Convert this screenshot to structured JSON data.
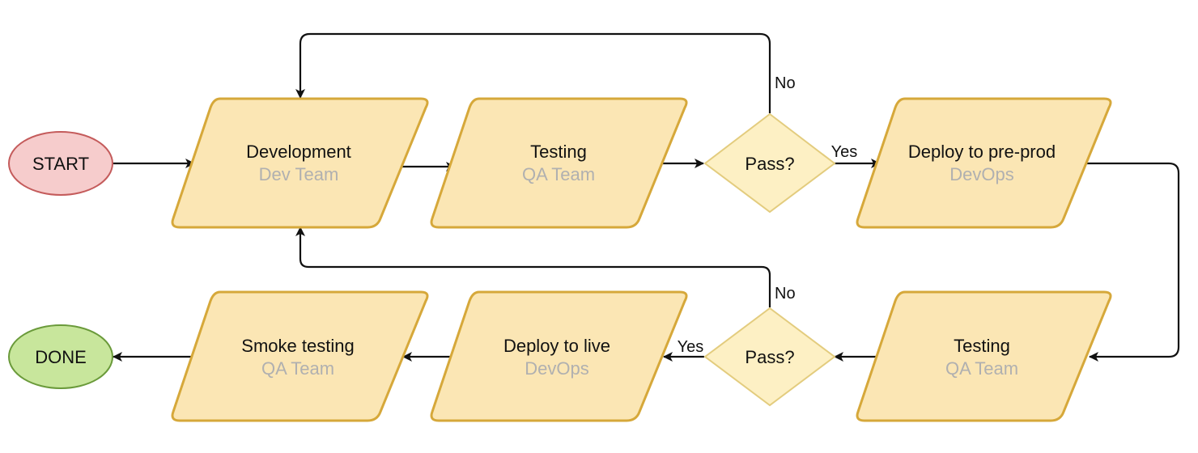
{
  "start": {
    "label": "START"
  },
  "done": {
    "label": "DONE"
  },
  "steps": {
    "development": {
      "title": "Development",
      "owner": "Dev Team"
    },
    "testing_1": {
      "title": "Testing",
      "owner": "QA Team"
    },
    "deploy_preprod": {
      "title": "Deploy to pre-prod",
      "owner": "DevOps"
    },
    "testing_2": {
      "title": "Testing",
      "owner": "QA Team"
    },
    "deploy_live": {
      "title": "Deploy to live",
      "owner": "DevOps"
    },
    "smoke_testing": {
      "title": "Smoke testing",
      "owner": "QA Team"
    }
  },
  "decisions": {
    "pass_1": {
      "label": "Pass?",
      "yes": "Yes",
      "no": "No"
    },
    "pass_2": {
      "label": "Pass?",
      "yes": "Yes",
      "no": "No"
    }
  },
  "colors": {
    "process_fill": "#fbe6b4",
    "process_stroke": "#d6a83a",
    "decision_fill": "#fdf0c4",
    "start_fill": "#f6cccc",
    "done_fill": "#c8e69c",
    "owner_text": "#b0b0b0"
  }
}
